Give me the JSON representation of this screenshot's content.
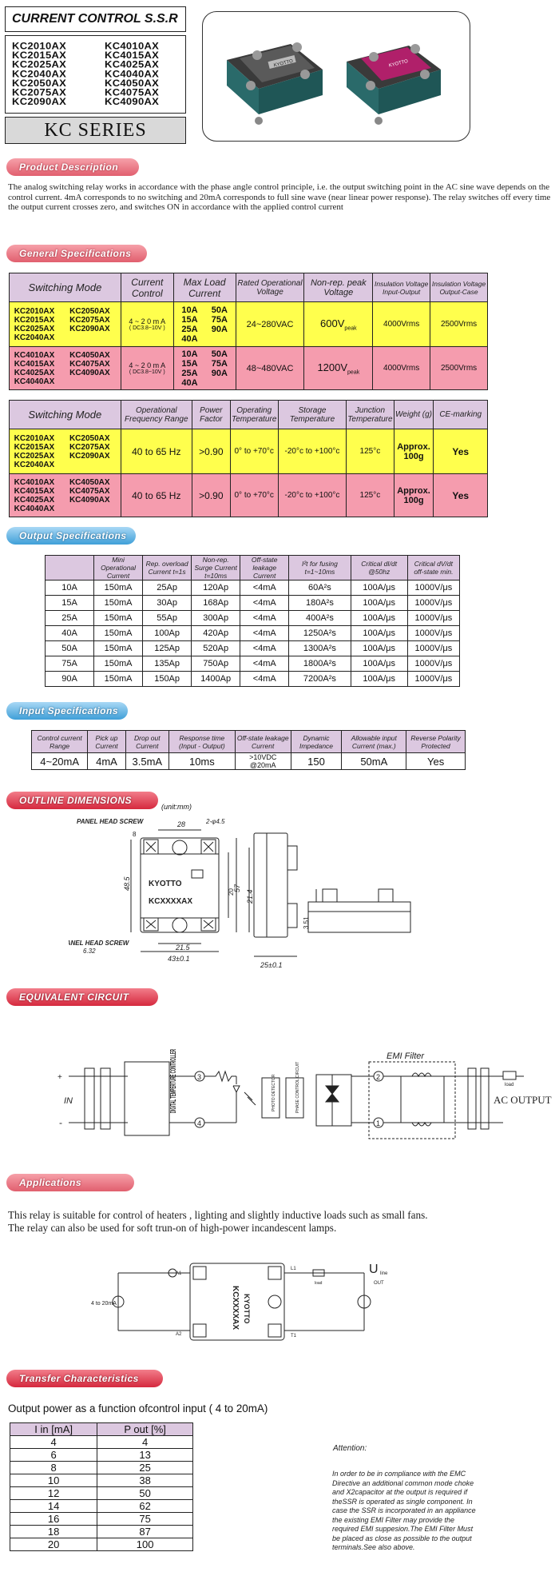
{
  "header": {
    "title": "CURRENT CONTROL S.S.R",
    "models_left": [
      "KC2010AX",
      "KC2015AX",
      "KC2025AX",
      "KC2040AX",
      "KC2050AX",
      "KC2075AX",
      "KC2090AX"
    ],
    "models_right": [
      "KC4010AX",
      "KC4015AX",
      "KC4025AX",
      "KC4040AX",
      "KC4050AX",
      "KC4075AX",
      "KC4090AX"
    ],
    "series": "KC SERIES"
  },
  "product_photo": {
    "left_label": "KYOTTO",
    "right_label": "KYOTTO"
  },
  "sections": {
    "product_description": "Product Description",
    "general_specifications": "General Specifications",
    "output_specifications": "Output Specifications",
    "input_specifications": "Input Specifications",
    "outline_dimensions": "OUTLINE DIMENSIONS",
    "unit": "(unit:mm)",
    "equivalent_circuit": "EQUIVALENT CIRCUIT",
    "applications": "Applications",
    "transfer_characteristics": "Transfer Characteristics"
  },
  "description": "The analog switching relay works in accordance with the phase angle control principle, i.e. the output switching point in the AC sine wave depends on the control current. 4mA corresponds to no switching and 20mA corresponds to full sine wave (near linear power response). The relay switches off every time the output current crosses zero, and switches ON in accordance with the applied control current",
  "general_table_1": {
    "headers": [
      "Switching Mode",
      "Current Control",
      "Max Load Current",
      "Rated Operational Voltage",
      "Non-rep. peak Voltage",
      "Insulation Voltage Input-Output",
      "Insulation Voltage Output-Case"
    ],
    "rows": [
      {
        "models_a": "KC2010AX KC2015AX KC2025AX KC2040AX",
        "models_b": "KC2050AX KC2075AX KC2090AX",
        "control": "4 ~ 2 0 m A",
        "control_sub": "( DC3.8~10V )",
        "load_a": "10A 15A 25A 40A",
        "load_b": "50A 75A 90A",
        "rated": "24~280VAC",
        "peak": "600V",
        "peak_sub": "peak",
        "ins_io": "4000Vrms",
        "ins_oc": "2500Vrms"
      },
      {
        "models_a": "KC4010AX KC4015AX KC4025AX KC4040AX",
        "models_b": "KC4050AX KC4075AX KC4090AX",
        "control": "4 ~ 2 0 m A",
        "control_sub": "( DC3.8~10V )",
        "load_a": "10A 15A 25A 40A",
        "load_b": "50A 75A 90A",
        "rated": "48~480VAC",
        "peak": "1200V",
        "peak_sub": "peak",
        "ins_io": "4000Vrms",
        "ins_oc": "2500Vrms"
      }
    ]
  },
  "general_table_2": {
    "headers": [
      "Switching Mode",
      "Operational Frequency Range",
      "Power Factor",
      "Operating Temperature",
      "Storage Temperature",
      "Junction Temperature",
      "Weight (g)",
      "CE-marking"
    ],
    "rows": [
      {
        "models_a": "KC2010AX KC2015AX KC2025AX KC2040AX",
        "models_b": "KC2050AX KC2075AX KC2090AX",
        "freq": "40 to 65 Hz",
        "pf": ">0.90",
        "op_temp": "0° to +70°c",
        "st_temp": "-20°c to +100°c",
        "junction": "125°c",
        "weight": "Approx. 100g",
        "ce": "Yes"
      },
      {
        "models_a": "KC4010AX KC4015AX KC4025AX KC4040AX",
        "models_b": "KC4050AX KC4075AX KC4090AX",
        "freq": "40 to 65 Hz",
        "pf": ">0.90",
        "op_temp": "0° to +70°c",
        "st_temp": "-20°c to +100°c",
        "junction": "125°c",
        "weight": "Approx. 100g",
        "ce": "Yes"
      }
    ]
  },
  "output_table": {
    "headers": [
      "",
      "Mini Operational Current",
      "Rep. overload Current t=1s",
      "Non-rep. Surge Current t=10ms",
      "Off-state leakage Current",
      "I²t for fusing t=1~10ms",
      "Critical dI/dt @50hz",
      "Critical dV/dt off-state min."
    ],
    "rows": [
      [
        "10A",
        "150mA",
        "25Ap",
        "120Ap",
        "<4mA",
        "60A²s",
        "100A/μs",
        "1000V/μs"
      ],
      [
        "15A",
        "150mA",
        "30Ap",
        "168Ap",
        "<4mA",
        "180A²s",
        "100A/μs",
        "1000V/μs"
      ],
      [
        "25A",
        "150mA",
        "55Ap",
        "300Ap",
        "<4mA",
        "400A²s",
        "100A/μs",
        "1000V/μs"
      ],
      [
        "40A",
        "150mA",
        "100Ap",
        "420Ap",
        "<4mA",
        "1250A²s",
        "100A/μs",
        "1000V/μs"
      ],
      [
        "50A",
        "150mA",
        "125Ap",
        "520Ap",
        "<4mA",
        "1300A²s",
        "100A/μs",
        "1000V/μs"
      ],
      [
        "75A",
        "150mA",
        "135Ap",
        "750Ap",
        "<4mA",
        "1800A²s",
        "100A/μs",
        "1000V/μs"
      ],
      [
        "90A",
        "150mA",
        "150Ap",
        "1400Ap",
        "<4mA",
        "7200A²s",
        "100A/μs",
        "1000V/μs"
      ]
    ]
  },
  "input_table": {
    "headers": [
      "Control current Range",
      "Pick up Current",
      "Drop out Current",
      "Response time (Input - Output)",
      "Off-state leakage Current",
      "Dynamic Impedance",
      "Allowable input Current (max.)",
      "Reverse Polarity Protected"
    ],
    "row": [
      "4~20mA",
      "4mA",
      "3.5mA",
      "10ms",
      ">10VDC @20mA",
      "150",
      "50mA",
      "Yes"
    ]
  },
  "outline": {
    "panel_screw_top": "PANEL HEAD SCREW",
    "panel_screw_bottom": "PANEL HEAD SCREW",
    "dim_28": "28",
    "dim_hole": "2-φ4.5",
    "dim_8": "8",
    "dim_485": "48.5",
    "dim_20": "20",
    "dim_57": "57",
    "dim_214": "21.4",
    "dim_215": "21.5",
    "dim_43": "43±0.1",
    "dim_632": "6.32",
    "dim_351": "3.51",
    "dim_25": "25±0.1",
    "brand": "KYOTTO",
    "model": "KCXXXXAX"
  },
  "circuit": {
    "plus": "+",
    "minus": "-",
    "in_label": "IN",
    "controller": "DIGITAL TEMPERTURE CONTROLLER",
    "terminal_3": "3",
    "terminal_4": "4",
    "terminal_2": "2",
    "terminal_1": "1",
    "photo": "PHOTO DETECTOR",
    "phase": "PHASE CONTROL CIRCUIT",
    "emi": "EMI Filter",
    "ac_output": "AC OUTPUT",
    "load": "load"
  },
  "applications_text": [
    "This relay is suitable for control of heaters , lighting and slightly inductive loads such as small fans.",
    "The relay can also be used for soft trun-on of high-power incandescent lamps."
  ],
  "app_diagram": {
    "current": "4 to 20mA",
    "u_line": "U",
    "u_sub": "line",
    "out": "OUT",
    "l1": "L1",
    "t1": "T1",
    "a1": "A1",
    "a2": "A2",
    "load": "load",
    "brand": "KYOTTO",
    "model": "KCXXXXAX"
  },
  "transfer": {
    "subtitle": "Output power as a function ofcontrol input ( 4 to 20mA)",
    "headers": [
      "I in [mA]",
      "P out [%]"
    ],
    "rows": [
      [
        "4",
        "4"
      ],
      [
        "6",
        "13"
      ],
      [
        "8",
        "25"
      ],
      [
        "10",
        "38"
      ],
      [
        "12",
        "50"
      ],
      [
        "14",
        "62"
      ],
      [
        "16",
        "75"
      ],
      [
        "18",
        "87"
      ],
      [
        "20",
        "100"
      ]
    ]
  },
  "attention": {
    "title": "Attention:",
    "body": "In order to be in compliance with the EMC Directive an additional common mode choke and X2capacitor at the output is required if theSSR is operated as single component. In case the SSR is incorporated in an appliance the existing EMI Filter may provide the required EMI suppesion.The EMI Filter Must be placed as close as possible to the output terminals.See also above."
  }
}
